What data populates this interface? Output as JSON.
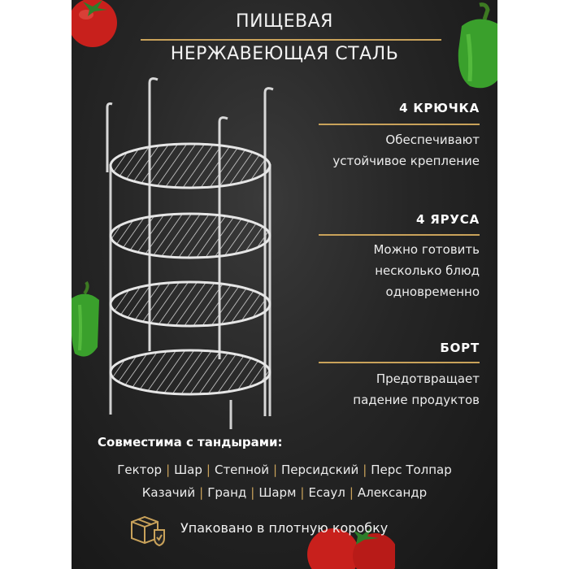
{
  "header": {
    "line1": "ПИЩЕВАЯ",
    "line2": "НЕРЖАВЕЮЩАЯ СТАЛЬ"
  },
  "features": [
    {
      "title": "4 КРЮЧКА",
      "desc": [
        "Обеспечивают",
        "устойчивое крепление"
      ]
    },
    {
      "title": "4 ЯРУСА",
      "desc": [
        "Можно готовить",
        "несколько блюд",
        "одновременно"
      ]
    },
    {
      "title": "БОРТ",
      "desc": [
        "Предотвращает",
        "падение продуктов"
      ]
    }
  ],
  "compat": {
    "title": "Совместима с тандырами:",
    "row1": [
      "Гектор",
      "Шар",
      "Степной",
      "Персидский",
      "Перс Толпар"
    ],
    "row2": [
      "Казачий",
      "Гранд",
      "Шарм",
      "Есаул",
      "Александр"
    ],
    "separator": "|"
  },
  "packaging": {
    "text": "Упаковано в плотную коробку",
    "icon": "box-shield-icon"
  },
  "colors": {
    "accent": "#c9a25a",
    "background": "#262626",
    "text": "#f2f2f2"
  }
}
